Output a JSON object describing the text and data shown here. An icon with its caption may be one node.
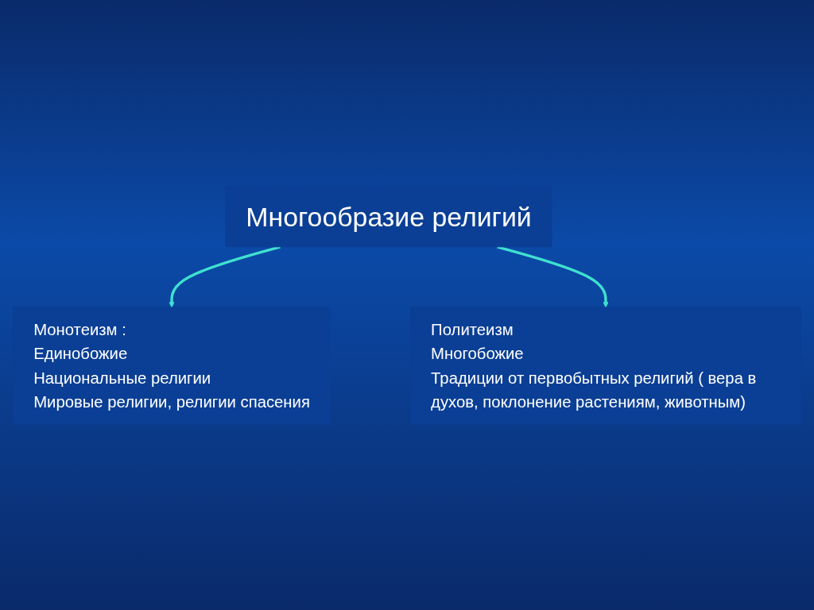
{
  "diagram": {
    "nodes": [
      {
        "text": [
          "Многообразие религий"
        ]
      },
      {
        "text": [
          "Монотеизм :",
          "Единобожие",
          "Национальные религии",
          "Мировые религии, религии спасения"
        ]
      },
      {
        "text": [
          "Политеизм",
          "Многобожие",
          "Традиции от первобытных религий ( вера в духов, поклонение растениям, животным)"
        ]
      }
    ],
    "edges": [
      {
        "from": 0,
        "to": 1,
        "arrow": "to"
      },
      {
        "from": 0,
        "to": 2,
        "arrow": "to"
      }
    ]
  }
}
